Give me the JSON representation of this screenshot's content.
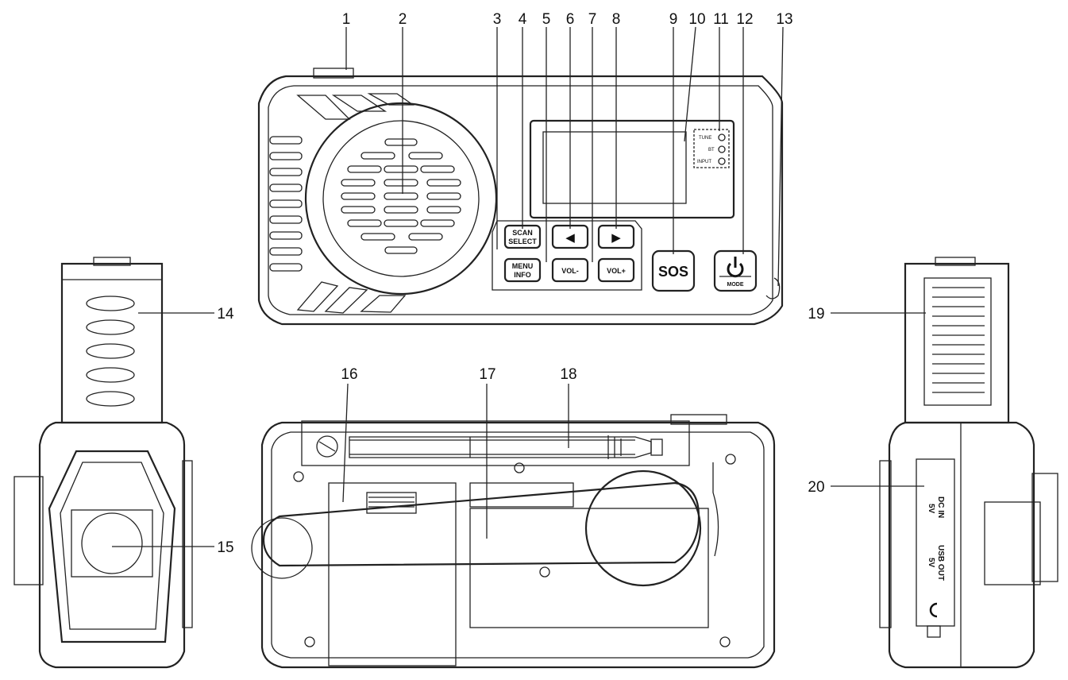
{
  "callouts": [
    {
      "id": "1",
      "label": "1"
    },
    {
      "id": "2",
      "label": "2"
    },
    {
      "id": "3",
      "label": "3"
    },
    {
      "id": "4",
      "label": "4"
    },
    {
      "id": "5",
      "label": "5"
    },
    {
      "id": "6",
      "label": "6"
    },
    {
      "id": "7",
      "label": "7"
    },
    {
      "id": "8",
      "label": "8"
    },
    {
      "id": "9",
      "label": "9"
    },
    {
      "id": "10",
      "label": "10"
    },
    {
      "id": "11",
      "label": "11"
    },
    {
      "id": "12",
      "label": "12"
    },
    {
      "id": "13",
      "label": "13"
    },
    {
      "id": "14",
      "label": "14"
    },
    {
      "id": "15",
      "label": "15"
    },
    {
      "id": "16",
      "label": "16"
    },
    {
      "id": "17",
      "label": "17"
    },
    {
      "id": "18",
      "label": "18"
    },
    {
      "id": "19",
      "label": "19"
    },
    {
      "id": "20",
      "label": "20"
    }
  ],
  "buttons": {
    "scan_select_1": "SCAN",
    "scan_select_2": "SELECT",
    "menu_info_1": "MENU",
    "menu_info_2": "INFO",
    "vol_minus": "VOL-",
    "vol_plus": "VOL+",
    "sos": "SOS",
    "mode": "MODE",
    "left_arrow": "◀",
    "right_arrow": "▶"
  },
  "indicators": [
    "TUNE",
    "BT",
    "INPUT"
  ],
  "ports": {
    "dc_in_1": "DC IN",
    "dc_in_2": "5V",
    "usb_out_1": "USB OUT",
    "usb_out_2": "5V"
  },
  "icons": [
    "power-icon",
    "headphone-jack-icon"
  ]
}
